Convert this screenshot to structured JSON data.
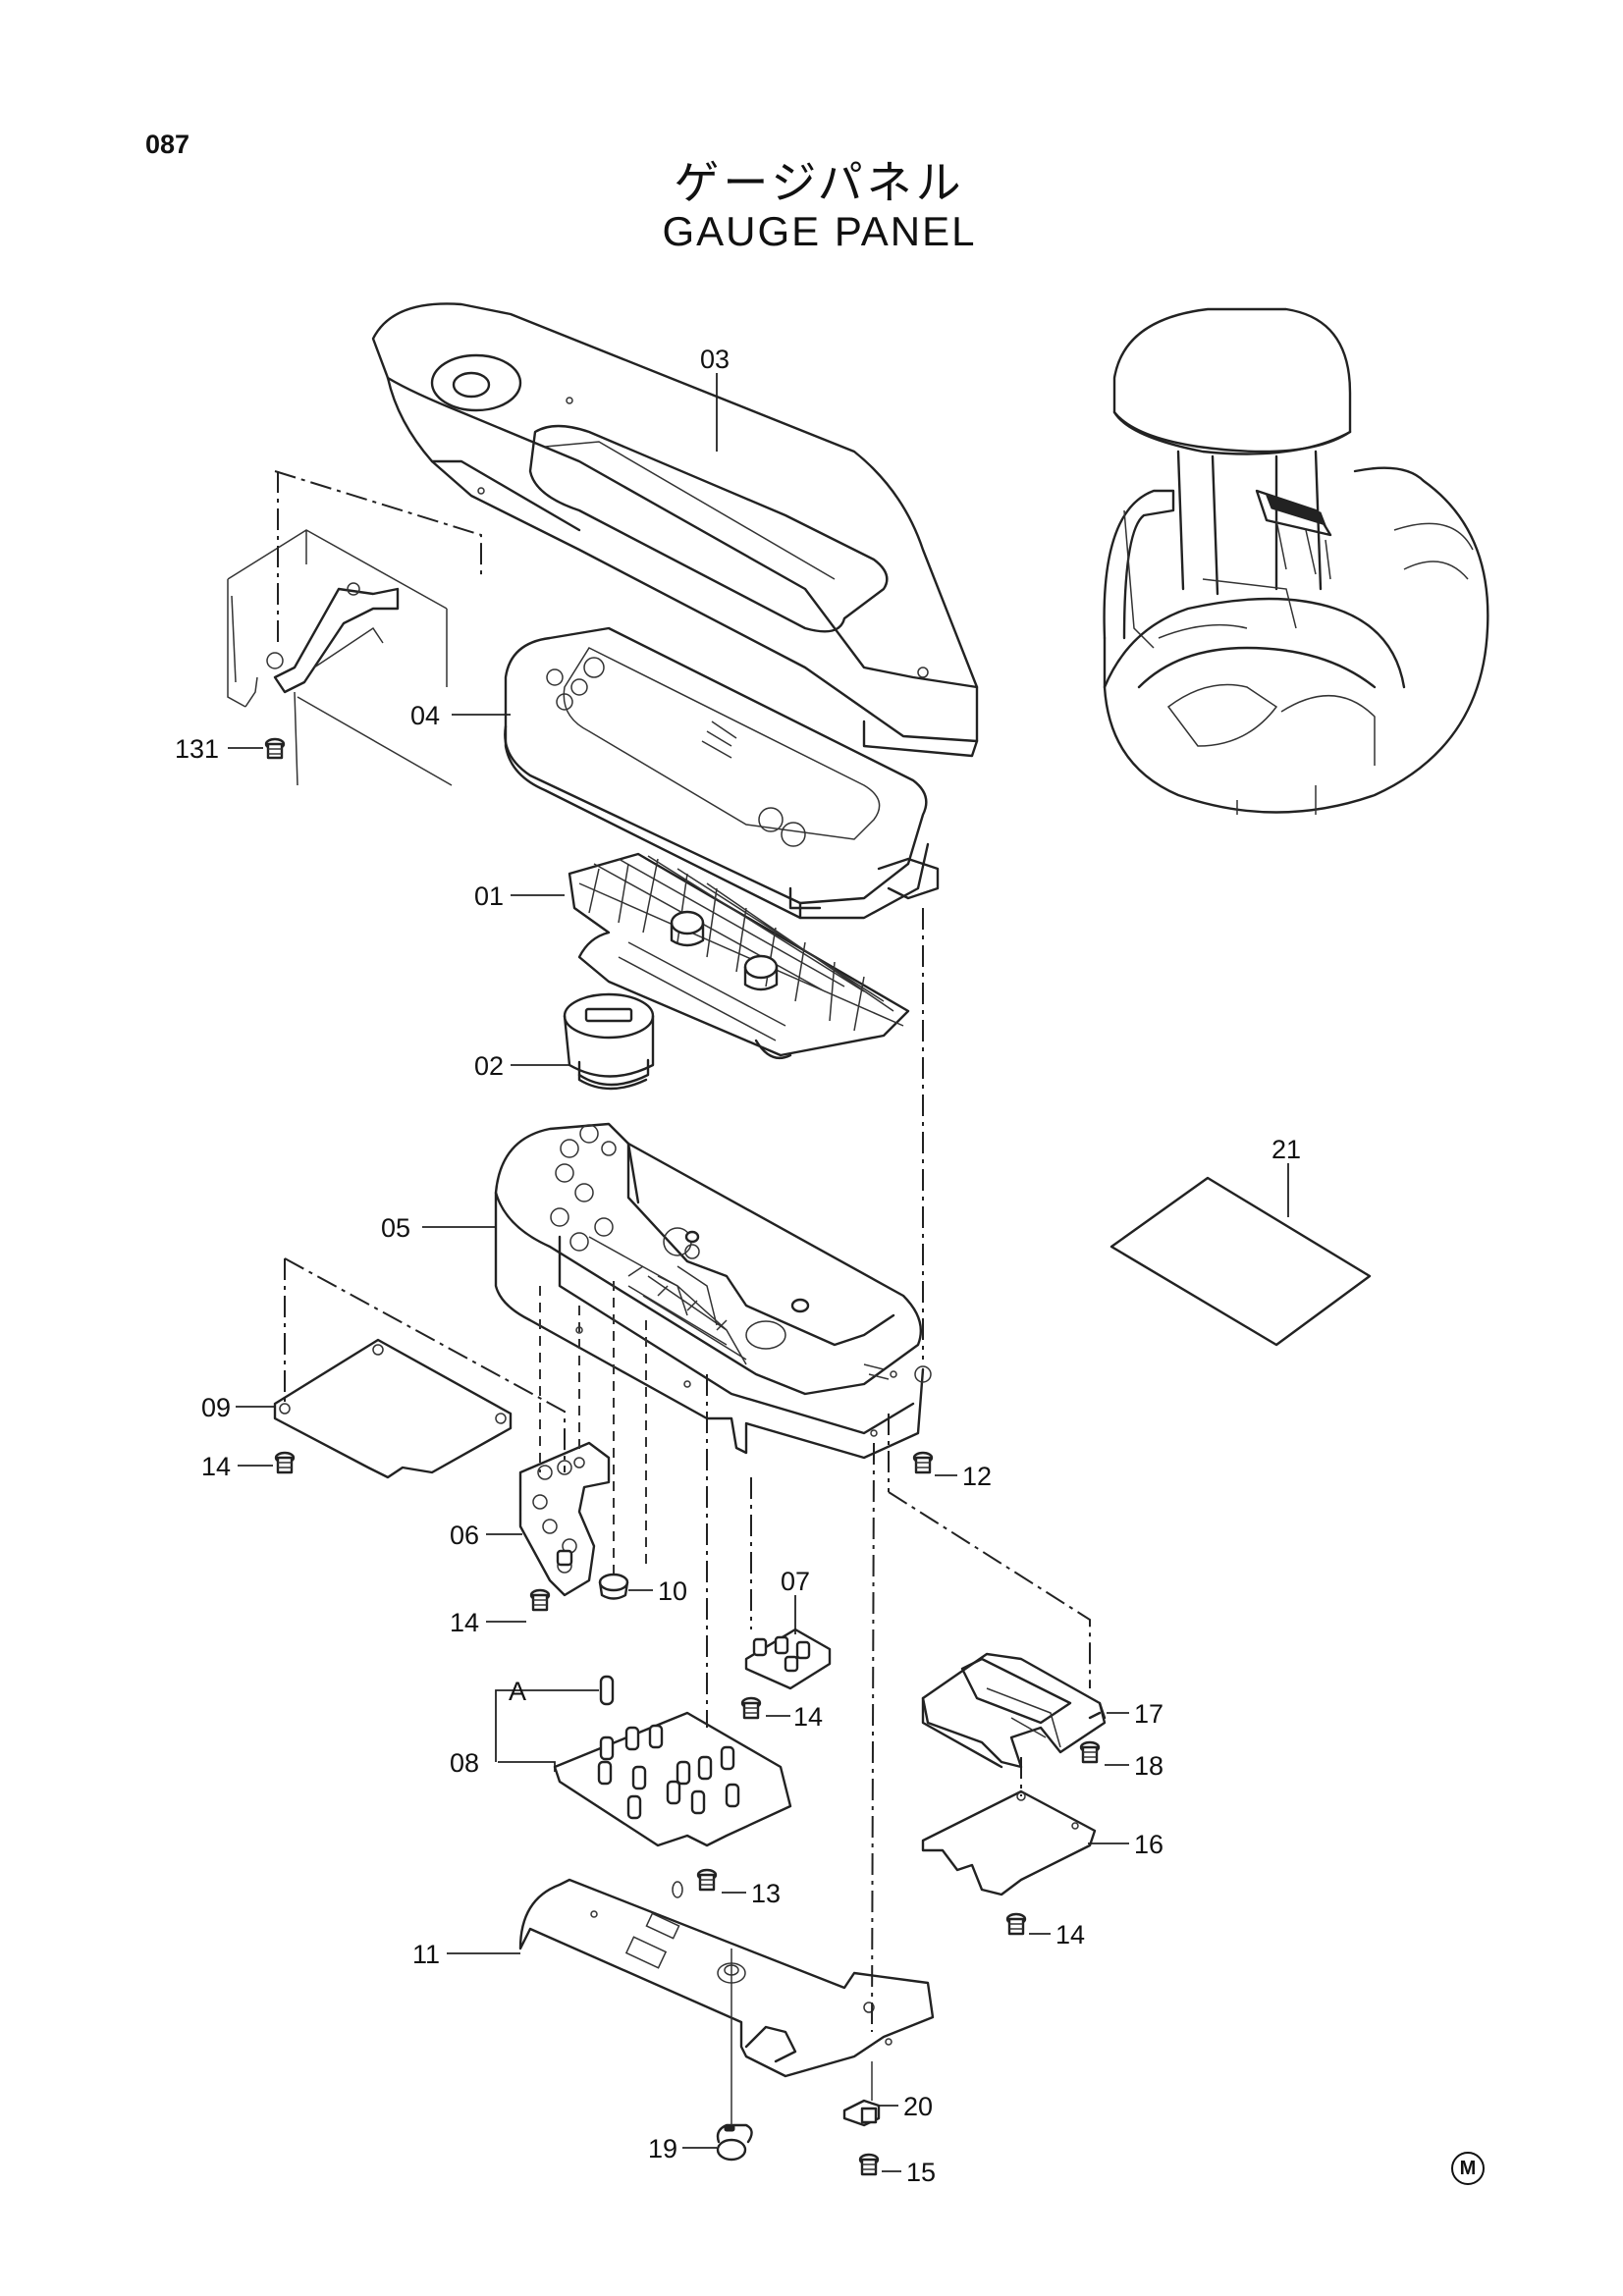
{
  "page": {
    "number": "087",
    "title_jp": "ゲージパネル",
    "title_en": "GAUGE PANEL",
    "footer_mark": "M"
  },
  "callouts": [
    {
      "id": "03",
      "label": "03"
    },
    {
      "id": "04",
      "label": "04"
    },
    {
      "id": "131",
      "label": "131"
    },
    {
      "id": "01",
      "label": "01"
    },
    {
      "id": "02",
      "label": "02"
    },
    {
      "id": "05",
      "label": "05"
    },
    {
      "id": "21",
      "label": "21"
    },
    {
      "id": "09",
      "label": "09"
    },
    {
      "id": "14a",
      "label": "14"
    },
    {
      "id": "12",
      "label": "12"
    },
    {
      "id": "06",
      "label": "06"
    },
    {
      "id": "14b",
      "label": "14"
    },
    {
      "id": "10",
      "label": "10"
    },
    {
      "id": "07",
      "label": "07"
    },
    {
      "id": "A",
      "label": "A"
    },
    {
      "id": "14c",
      "label": "14"
    },
    {
      "id": "17",
      "label": "17"
    },
    {
      "id": "08",
      "label": "08"
    },
    {
      "id": "18",
      "label": "18"
    },
    {
      "id": "16",
      "label": "16"
    },
    {
      "id": "13",
      "label": "13"
    },
    {
      "id": "14d",
      "label": "14"
    },
    {
      "id": "11",
      "label": "11"
    },
    {
      "id": "20",
      "label": "20"
    },
    {
      "id": "19",
      "label": "19"
    },
    {
      "id": "15",
      "label": "15"
    }
  ]
}
